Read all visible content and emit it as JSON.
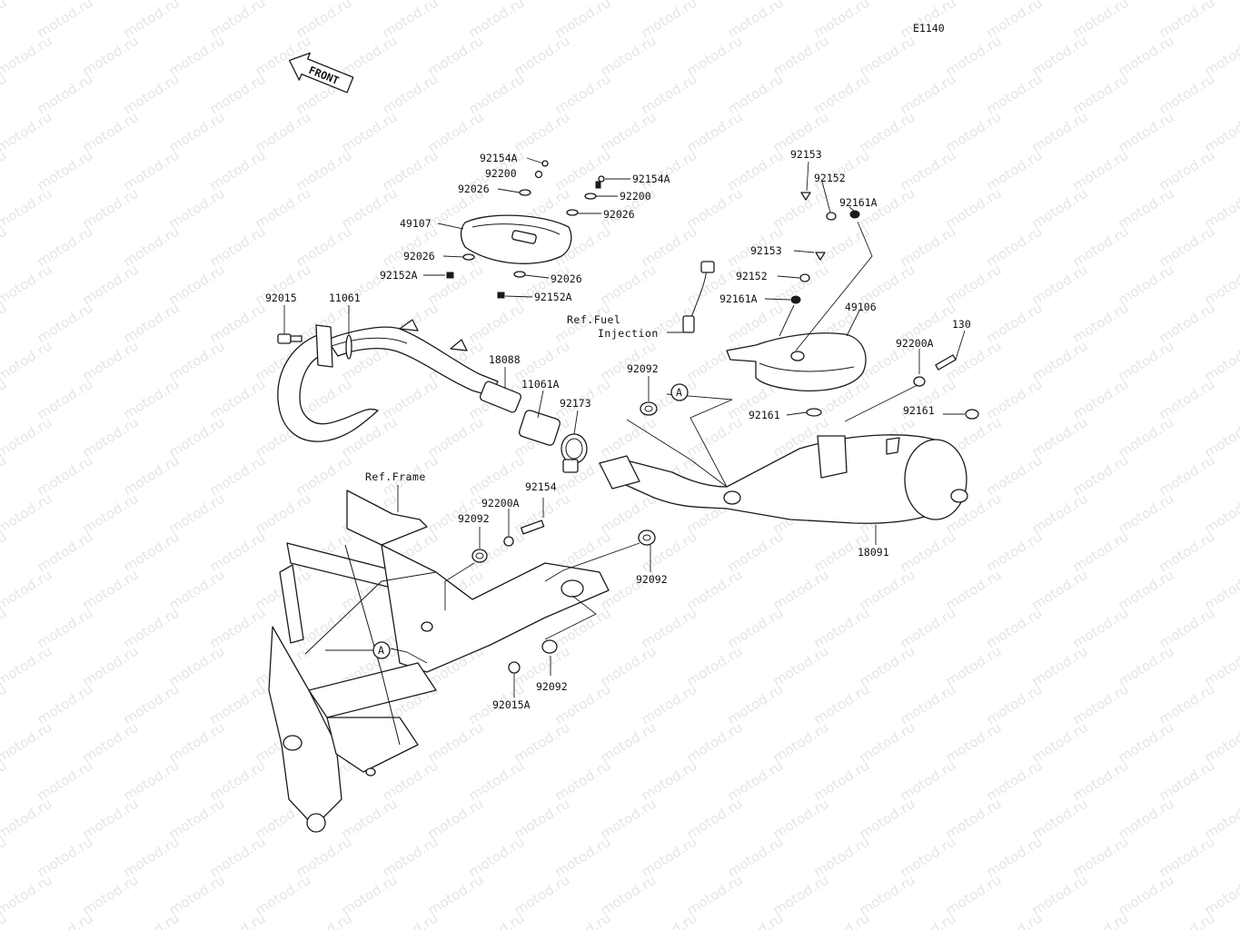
{
  "diagram": {
    "code": "E1140",
    "front_marker": "FRONT",
    "callout_letter": "A",
    "refs": {
      "frame": "Ref.Frame",
      "fuel_injection_line1": "Ref.Fuel",
      "fuel_injection_line2": "Injection"
    },
    "parts": {
      "p92154A_a": "92154A",
      "p92200_a": "92200",
      "p92026_a": "92026",
      "p49107": "49107",
      "p92026_b": "92026",
      "p92152A_a": "92152A",
      "p92154A_b": "92154A",
      "p92200_b": "92200",
      "p92026_c": "92026",
      "p92026_d": "92026",
      "p92152A_b": "92152A",
      "p92015": "92015",
      "p11061": "11061",
      "p18088": "18088",
      "p11061A": "11061A",
      "p92173": "92173",
      "p92092_a": "92092",
      "p92153_a": "92153",
      "p92152_a": "92152",
      "p92161A_a": "92161A",
      "p92153_b": "92153",
      "p92152_b": "92152",
      "p92161A_b": "92161A",
      "p49106": "49106",
      "p130": "130",
      "p92200A_a": "92200A",
      "p92161_a": "92161",
      "p92161_b": "92161",
      "p18091": "18091",
      "p92154": "92154",
      "p92200A_b": "92200A",
      "p92092_b": "92092",
      "p92092_c": "92092",
      "p92092_d": "92092",
      "p92015A": "92015A"
    },
    "watermark": "motod.ru"
  }
}
